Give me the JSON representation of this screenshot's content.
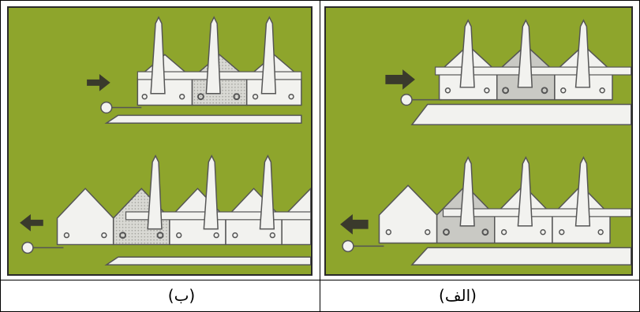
{
  "panels": [
    {
      "id": "b",
      "caption": "(ب)"
    },
    {
      "id": "alef",
      "caption": "(الف)"
    }
  ],
  "colors": {
    "background": "#8ea52c",
    "blade": "#f2f2ef",
    "blade_shaded": "#c9c9c4",
    "outline": "#555555",
    "arrow": "#3a3a2c"
  }
}
